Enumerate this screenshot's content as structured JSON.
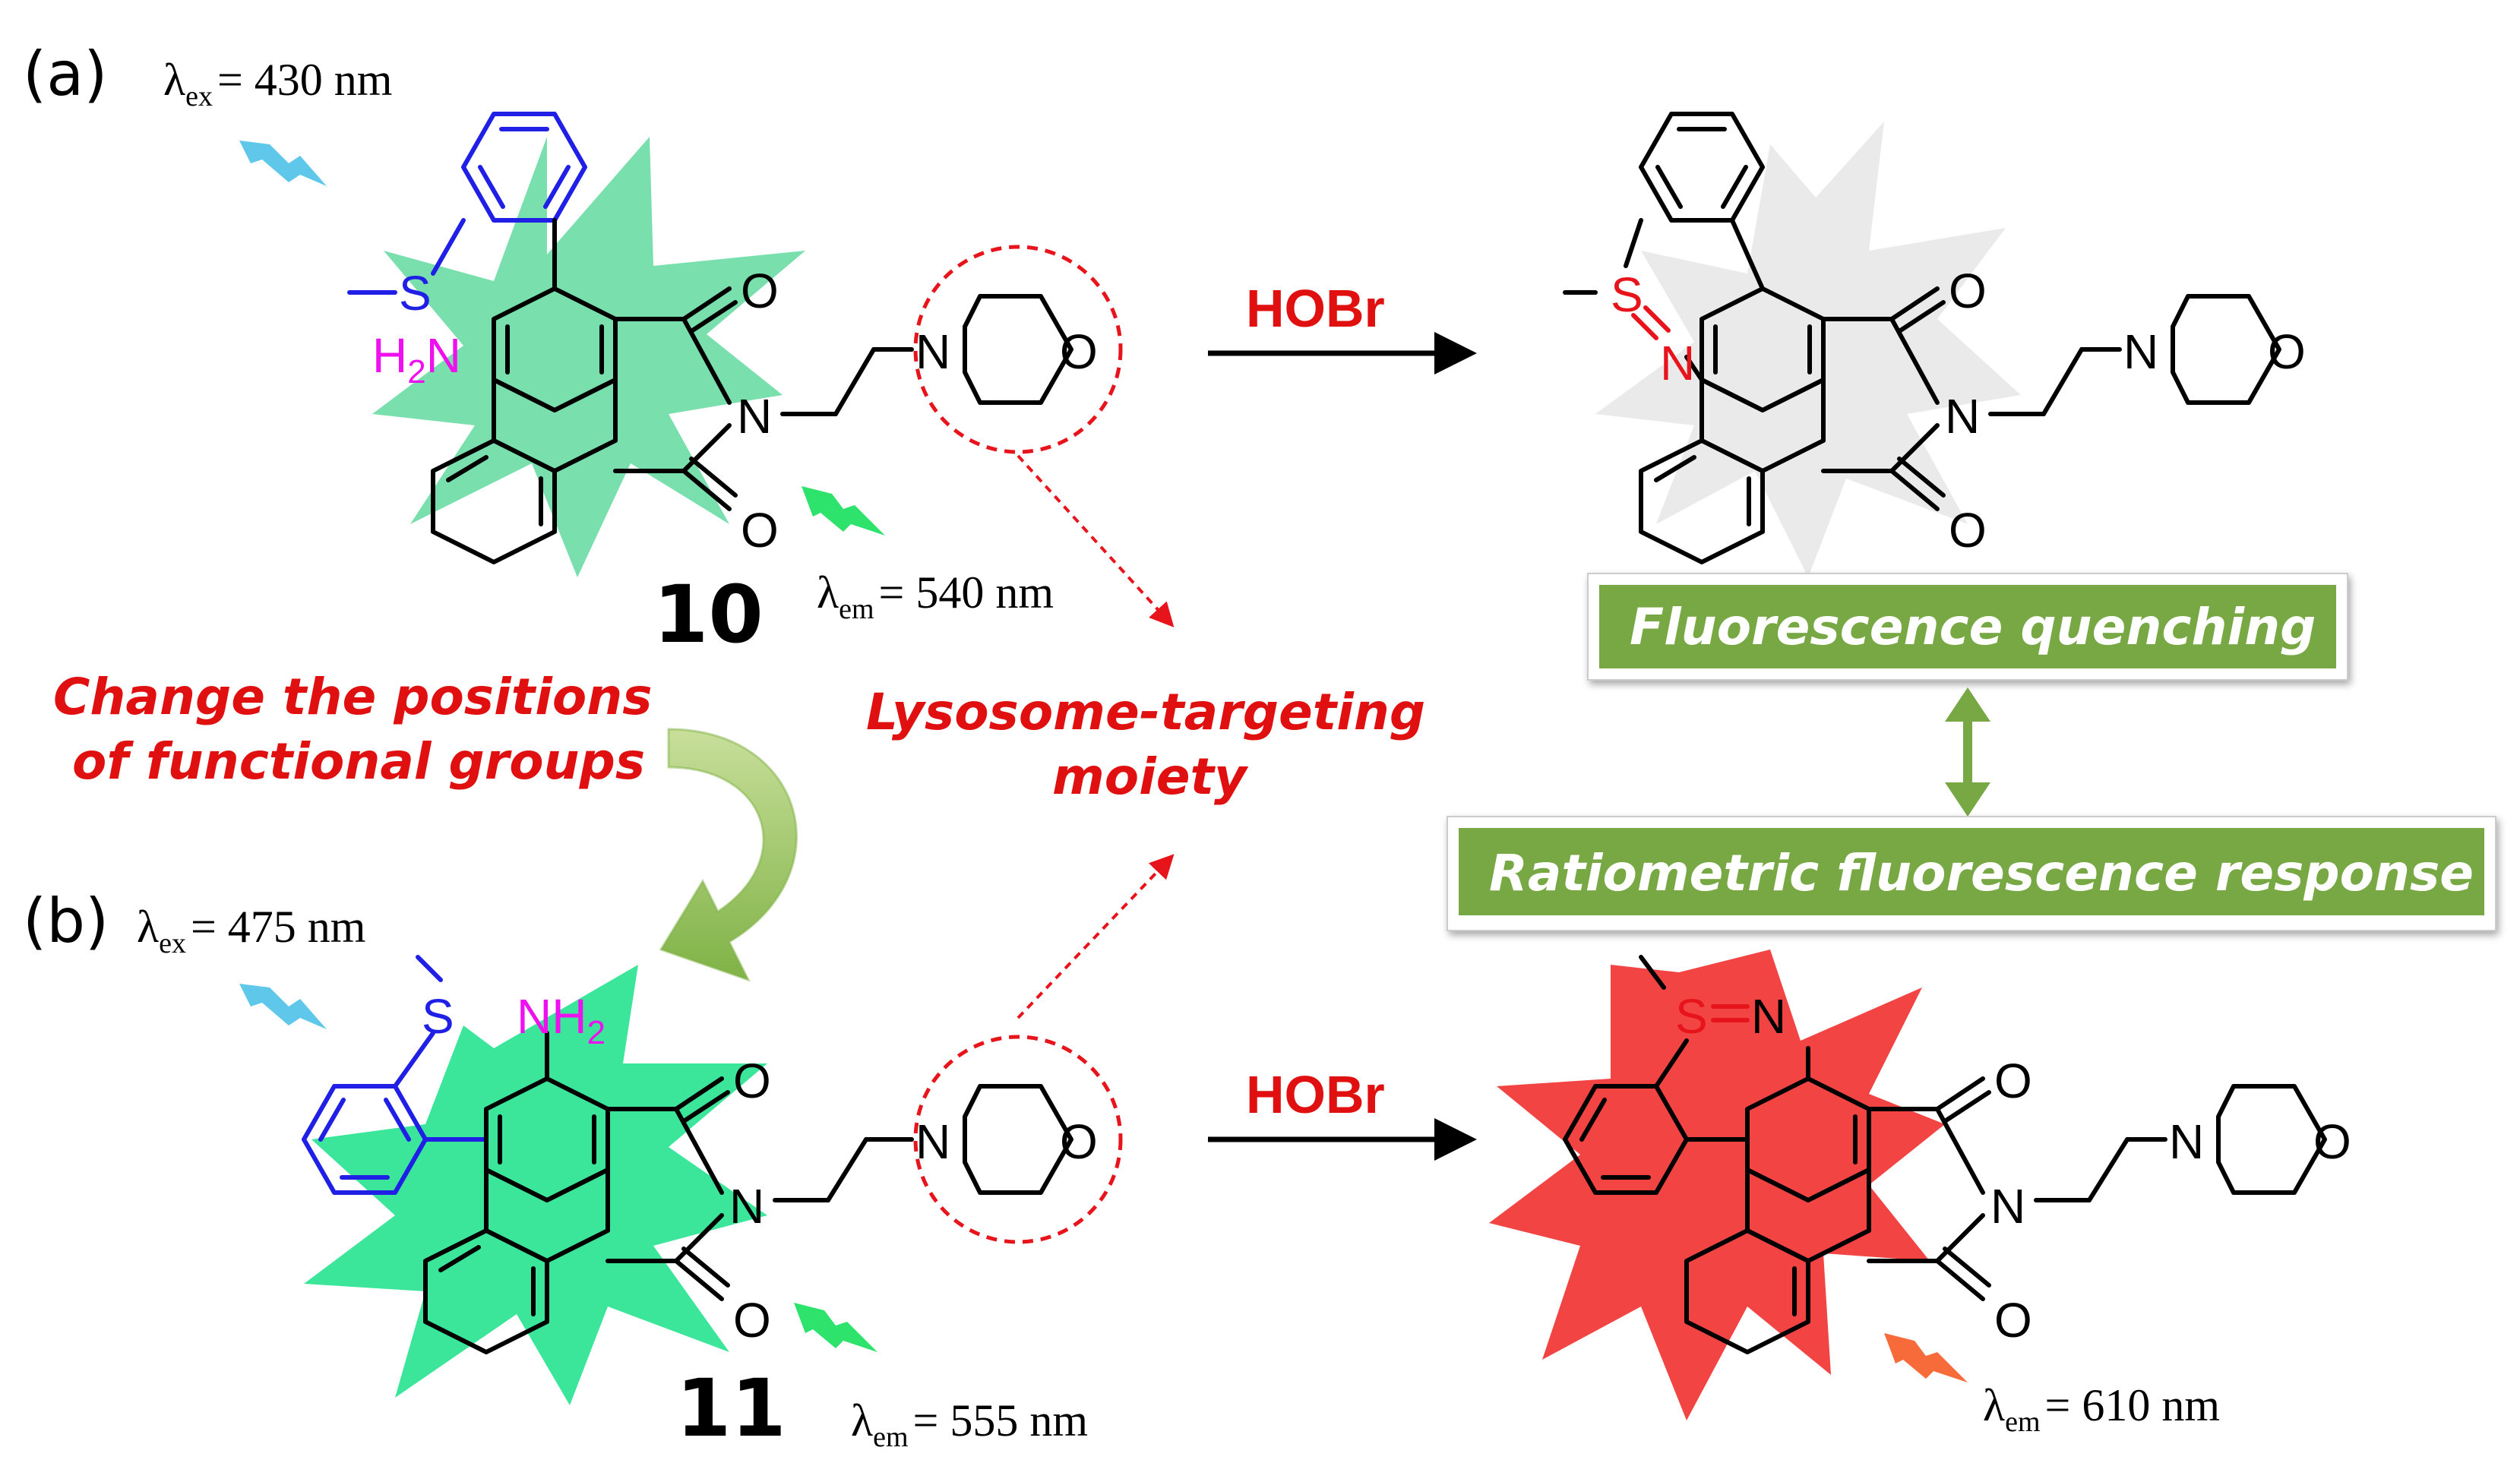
{
  "panels": {
    "a_label": "(a)",
    "b_label": "(b)"
  },
  "compounds": {
    "c10": {
      "number": "10",
      "lambda_ex_value": "= 430 nm",
      "lambda_em_value": "= 540  nm",
      "ex_sub": "ex",
      "em_sub": "em",
      "amine_prefix": "H",
      "amine_sub": "2",
      "amine_suffix": "N"
    },
    "c11": {
      "number": "11",
      "lambda_ex_value": "= 475 nm",
      "lambda_em_value": "= 555  nm",
      "ex_sub": "ex",
      "em_sub": "em",
      "amine_prefix": "NH",
      "amine_sub": "2"
    },
    "p11": {
      "lambda_em_value": "= 610  nm",
      "em_sub": "em"
    }
  },
  "atoms": {
    "S": "S",
    "N": "N",
    "O": "O"
  },
  "reagent": "HOBr",
  "annotations": {
    "change_line1": "Change the positions",
    "change_line2": "of functional groups",
    "lyso_line1": "Lysosome-targeting",
    "lyso_line2": "moiety"
  },
  "boxes": {
    "quench": "Fluorescence quenching",
    "ratio": "Ratiometric fluorescence response"
  },
  "colors": {
    "green_star": "#3ed28a",
    "red_star": "#f23a3a",
    "gray_star": "#e6e6e6",
    "box_green": "#77a844",
    "blue": "#1f1fe6",
    "magenta": "#ee10ee",
    "red": "#e01010"
  }
}
